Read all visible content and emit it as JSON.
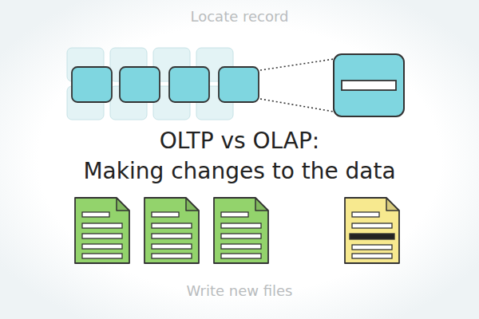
{
  "diagram": {
    "title": "OLTP vs OLAP:",
    "caption": "Making changes to the data",
    "labels": [
      "Locate record",
      "Write new files"
    ]
  }
}
